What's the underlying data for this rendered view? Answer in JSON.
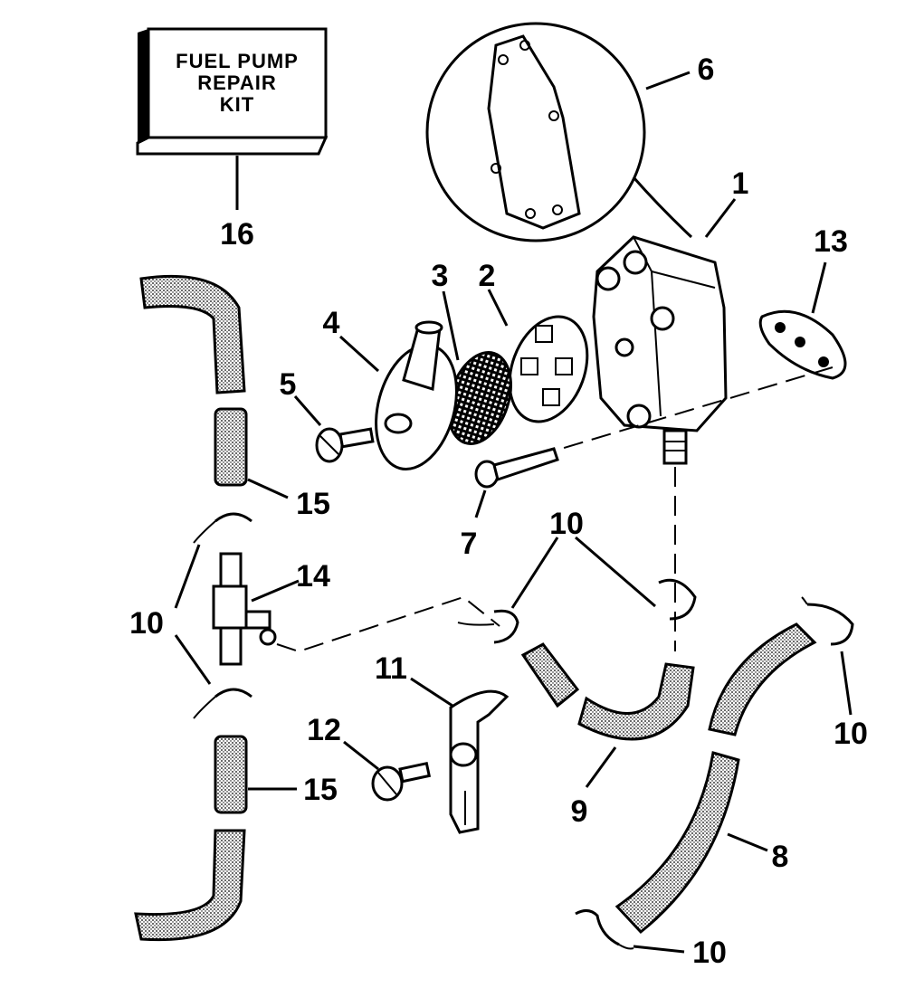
{
  "kit_box": {
    "line1": "FUEL PUMP",
    "line2": "REPAIR",
    "line3": "KIT"
  },
  "callouts": {
    "c1": "1",
    "c2": "2",
    "c3": "3",
    "c4": "4",
    "c5": "5",
    "c6": "6",
    "c7": "7",
    "c8": "8",
    "c9": "9",
    "c10_left": "10",
    "c10_center": "10",
    "c10_right": "10",
    "c10_bottom": "10",
    "c11": "11",
    "c12": "12",
    "c13": "13",
    "c14": "14",
    "c15_upper": "15",
    "c15_lower": "15",
    "c16": "16"
  }
}
